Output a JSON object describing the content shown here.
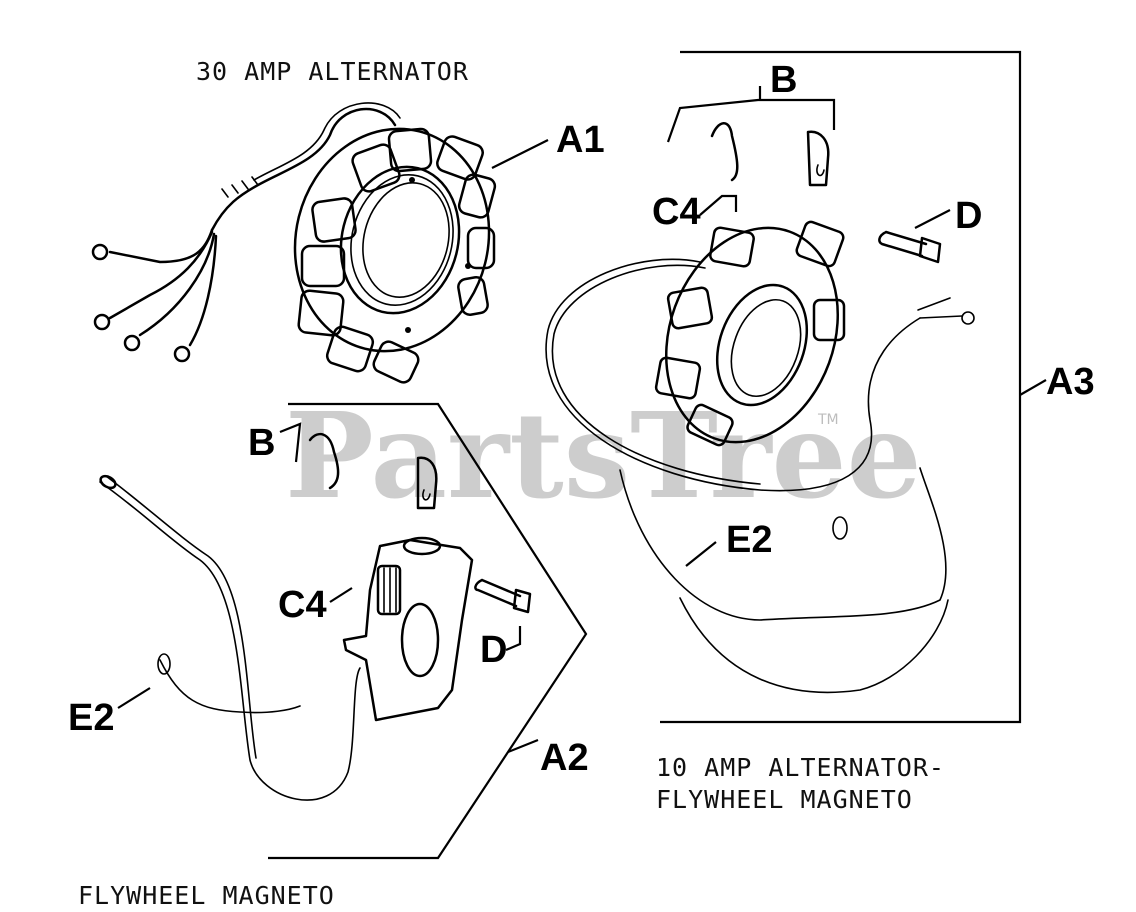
{
  "captions": {
    "alt30": "30 AMP ALTERNATOR",
    "alt10_line1": "10 AMP ALTERNATOR-",
    "alt10_line2": "FLYWHEEL MAGNETO",
    "magneto": "FLYWHEEL MAGNETO"
  },
  "labels": {
    "a1": "A1",
    "a2": "A2",
    "a3": "A3",
    "b_top": "B",
    "b_left": "B",
    "c4_top": "C4",
    "c4_left": "C4",
    "d_top": "D",
    "d_left": "D",
    "e2_left": "E2",
    "e2_right": "E2"
  },
  "watermark": {
    "text": "PartsTree",
    "tm": "TM"
  }
}
